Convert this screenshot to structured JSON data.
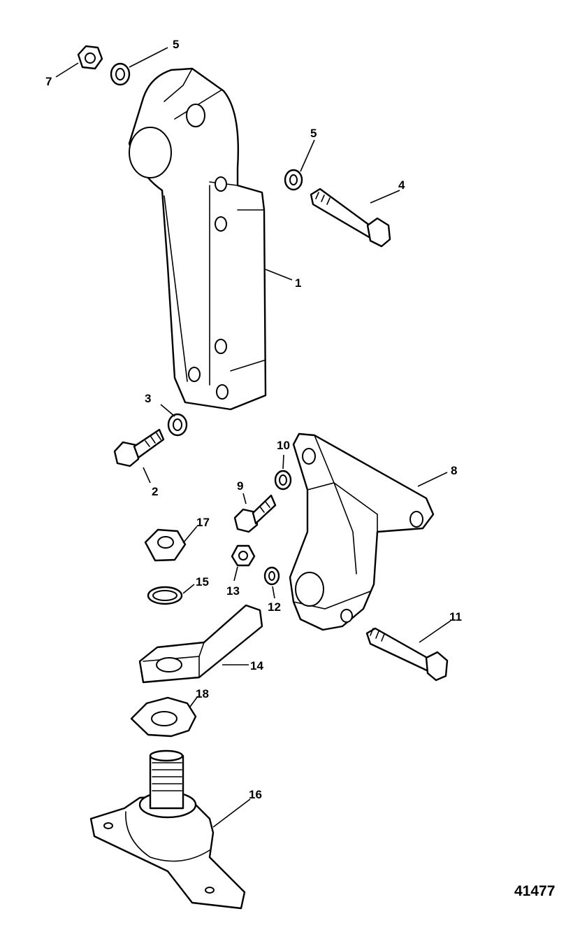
{
  "figure_number": "41477",
  "callouts": {
    "c1": "1",
    "c2": "2",
    "c3": "3",
    "c4": "4",
    "c5a": "5",
    "c5b": "5",
    "c7": "7",
    "c8": "8",
    "c9": "9",
    "c10": "10",
    "c11": "11",
    "c12": "12",
    "c13": "13",
    "c14": "14",
    "c15": "15",
    "c16": "16",
    "c17": "17",
    "c18": "18"
  }
}
